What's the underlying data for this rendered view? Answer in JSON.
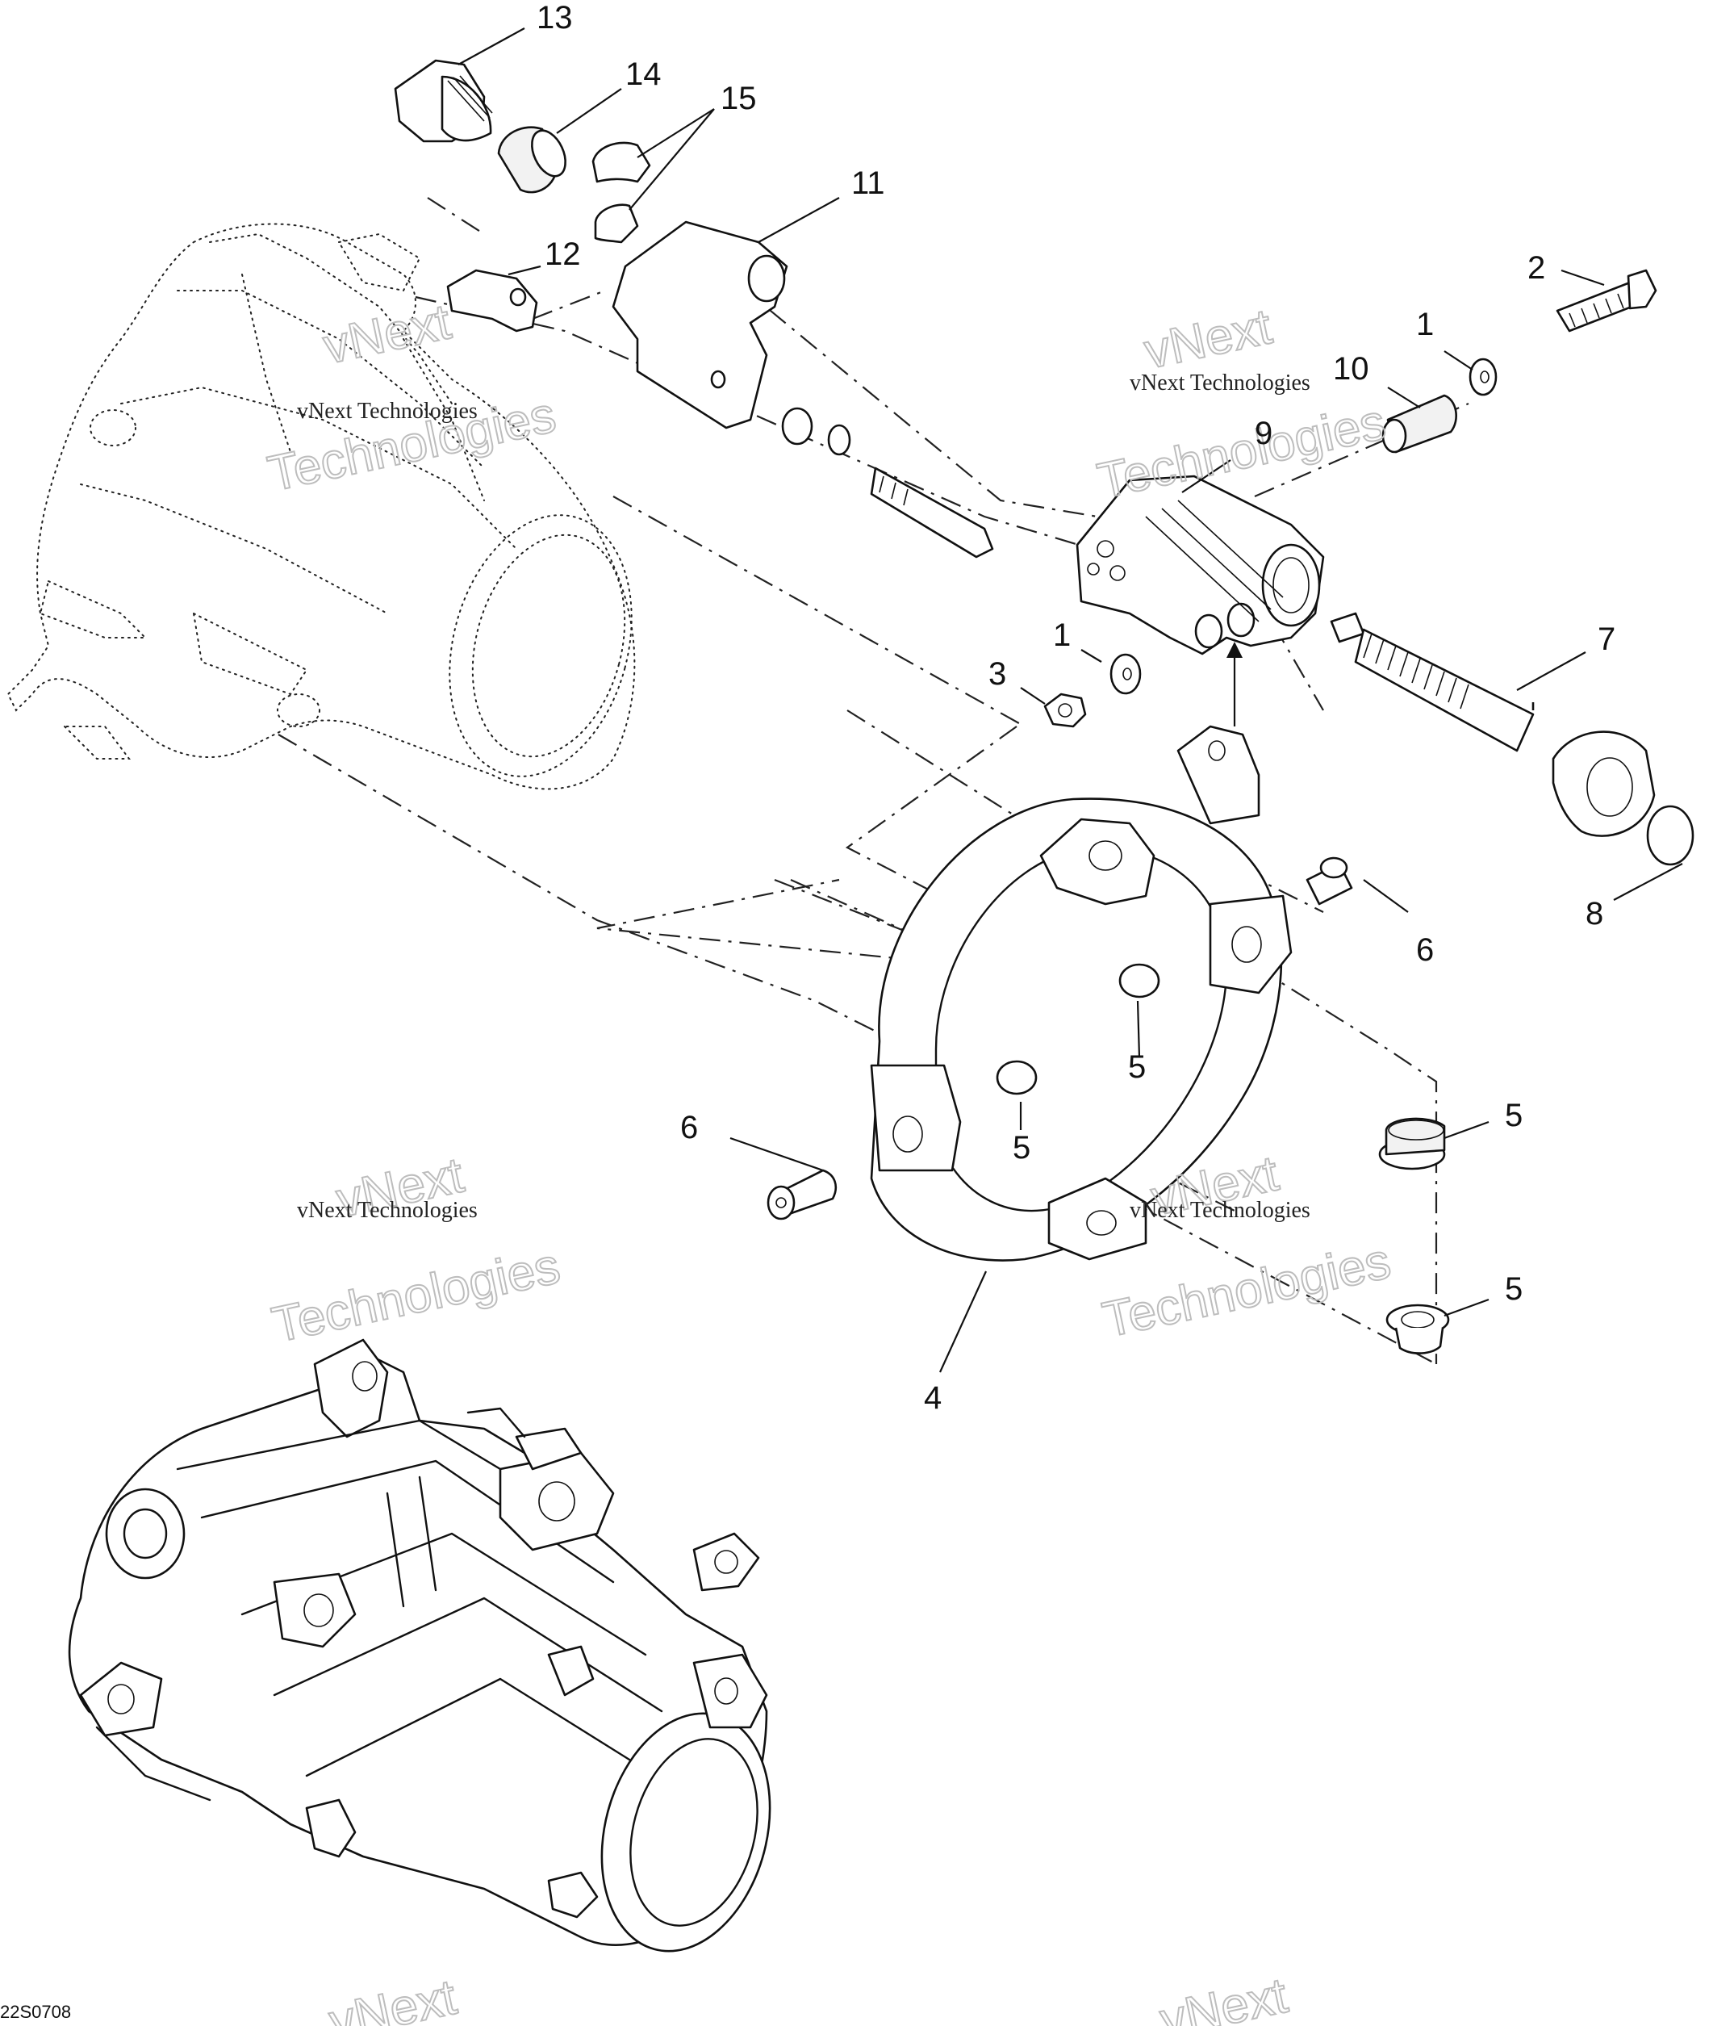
{
  "diagram": {
    "drawing_code": "22S0708",
    "watermark": {
      "line1": "vNext",
      "line2": "vNext Technologies",
      "line3": "Technologies"
    },
    "callouts": {
      "c1a": "1",
      "c1b": "1",
      "c2": "2",
      "c3": "3",
      "c4": "4",
      "c5a": "5",
      "c5b": "5",
      "c5c": "5",
      "c5d": "5",
      "c6a": "6",
      "c6b": "6",
      "c7": "7",
      "c8": "8",
      "c9": "9",
      "c10": "10",
      "c11": "11",
      "c12": "12",
      "c13": "13",
      "c14": "14",
      "c15": "15"
    }
  }
}
